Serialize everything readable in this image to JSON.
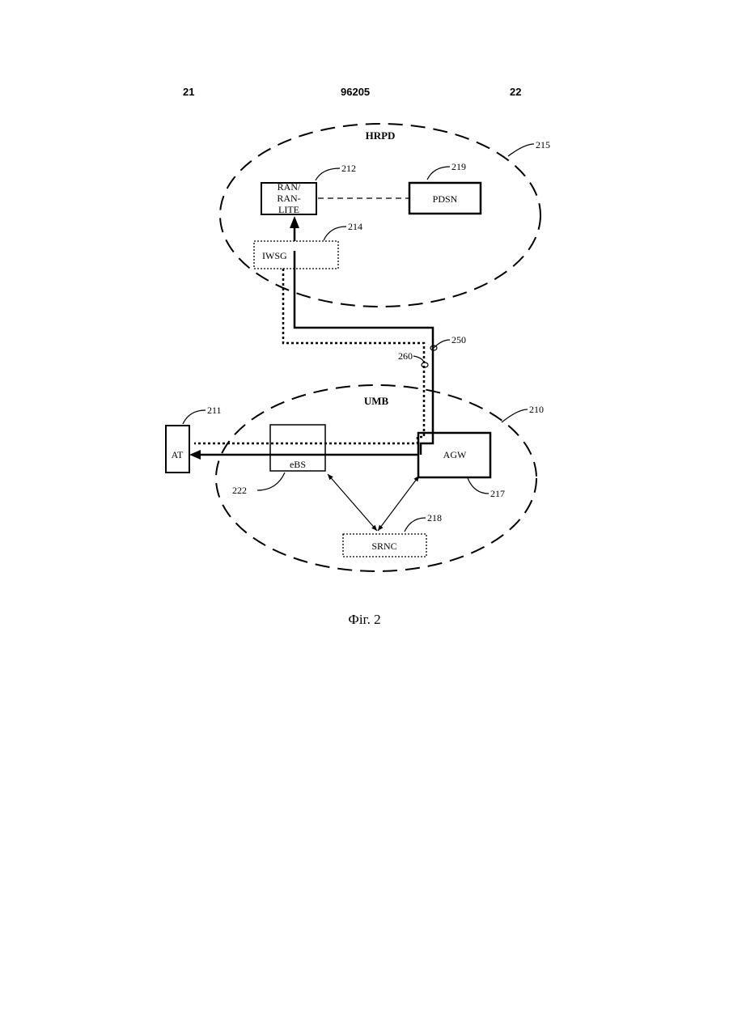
{
  "header": {
    "left_page": "21",
    "doc_number": "96205",
    "right_page": "22"
  },
  "diagram": {
    "networks": [
      {
        "label": "HRPD",
        "ref": "215"
      },
      {
        "label": "UMB",
        "ref": "210"
      }
    ],
    "nodes": {
      "ran": {
        "label_lines": [
          "RAN/",
          "RAN-",
          "LITE"
        ],
        "ref": "212"
      },
      "pdsn": {
        "label": "PDSN",
        "ref": "219"
      },
      "iwsg": {
        "label": "IWSG",
        "ref": "214"
      },
      "at": {
        "label": "AT",
        "ref": "211"
      },
      "ebs": {
        "label": "eBS",
        "ref": "222"
      },
      "agw": {
        "label": "AGW",
        "ref": "217"
      },
      "srnc": {
        "label": "SRNC",
        "ref": "218"
      }
    },
    "paths": [
      {
        "ref": "250",
        "style": "solid"
      },
      {
        "ref": "260",
        "style": "dotted"
      }
    ]
  },
  "caption": "Фіг. 2"
}
